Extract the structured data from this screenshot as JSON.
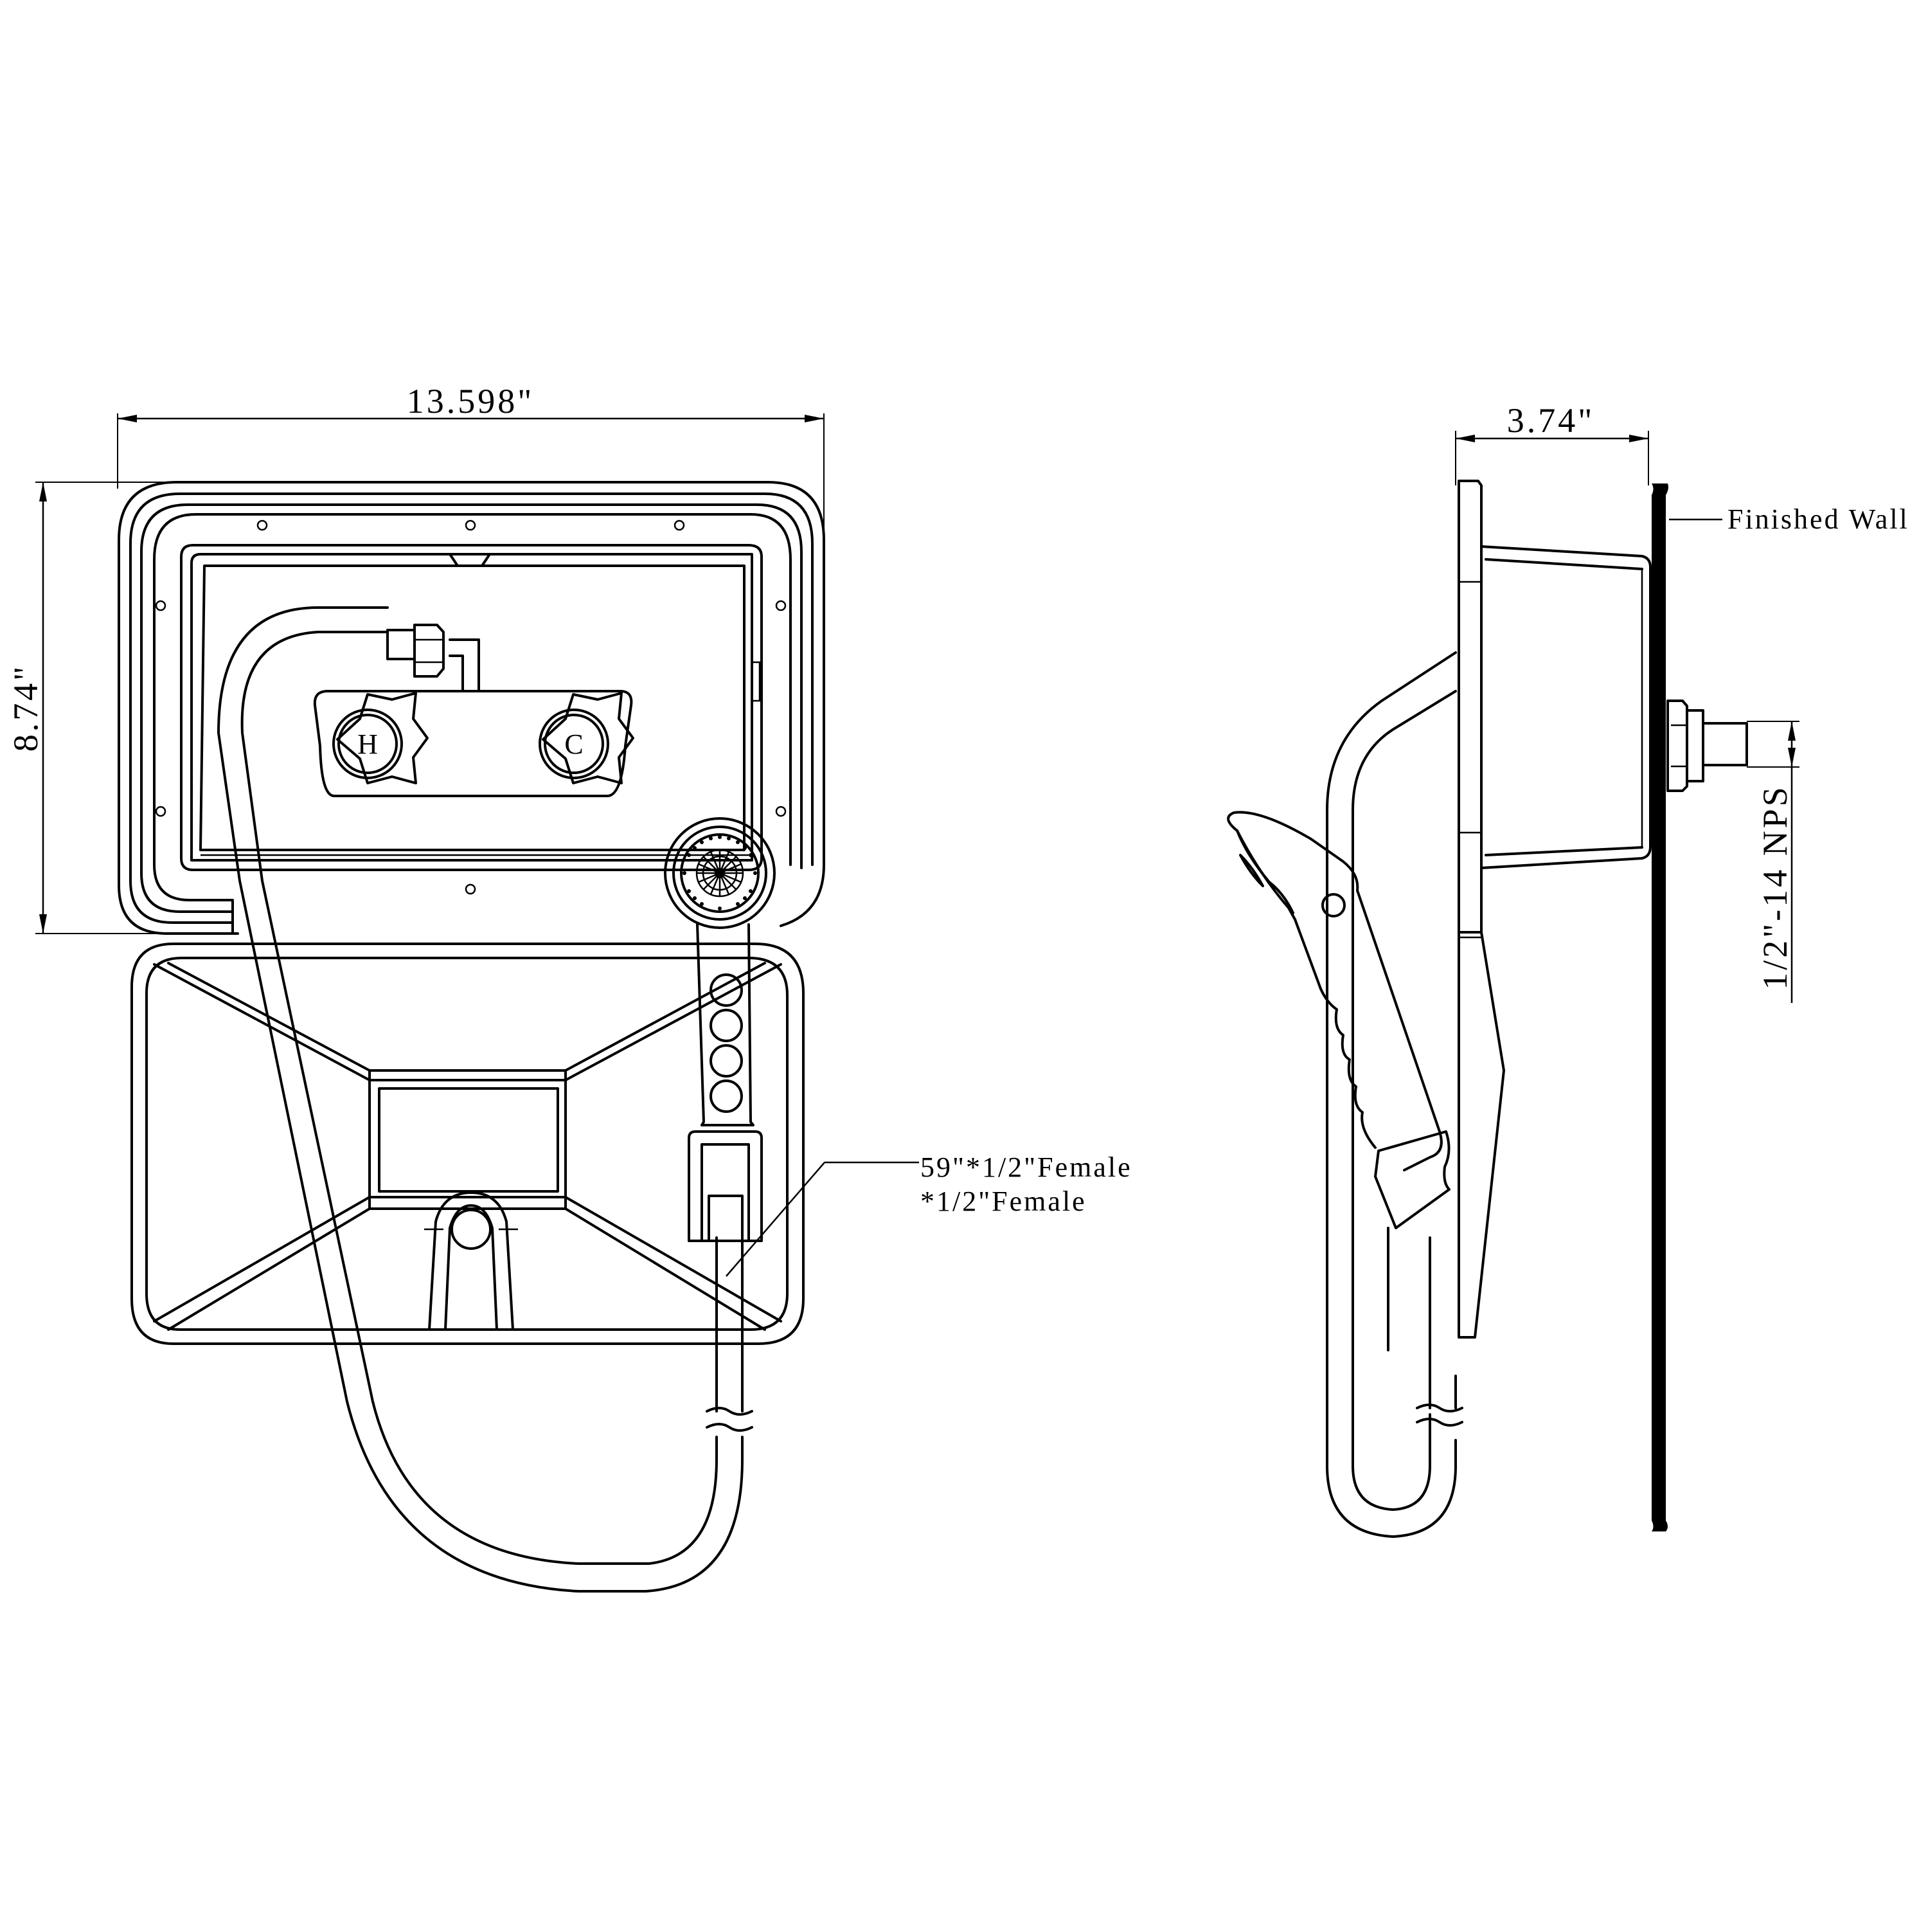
{
  "dimensions": {
    "front_width": "13.598\"",
    "front_height": "8.74\"",
    "side_depth": "3.74\""
  },
  "labels": {
    "finished_wall": "Finished Wall",
    "thread_spec": "1/2\"-14 NPS",
    "hose_spec_line1": "59\"*1/2\"Female",
    "hose_spec_line2": "*1/2\"Female",
    "hot_knob": "H",
    "cold_knob": "C"
  }
}
